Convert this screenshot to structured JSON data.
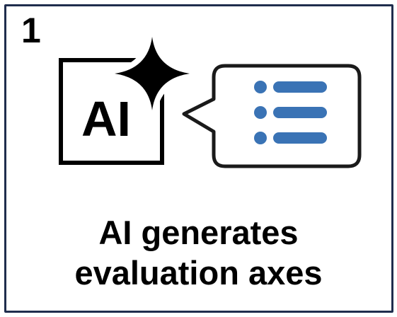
{
  "step": {
    "number": "1"
  },
  "ai_badge": {
    "text": "AI",
    "icon": "ai-sparkle-icon"
  },
  "speech_bubble": {
    "icon": "bulleted-list-icon",
    "list_color": "#3a73b5",
    "lines": 3
  },
  "caption": {
    "line1": "AI generates",
    "line2": "evaluation axes"
  },
  "colors": {
    "border": "#1f2d4d",
    "text": "#000000",
    "accent": "#3a73b5"
  }
}
